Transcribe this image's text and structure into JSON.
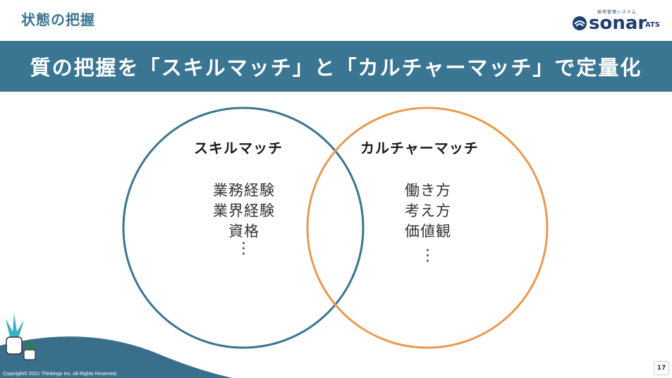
{
  "header": {
    "section_title": "状態の把握",
    "logo_sub": "採用管理システム",
    "logo_word": "sonar",
    "logo_ats": "ATS"
  },
  "banner": {
    "title": "質の把握を「スキルマッチ」と「カルチャーマッチ」で定量化"
  },
  "venn": {
    "left": {
      "label": "スキルマッチ",
      "items": [
        "業務経験",
        "業界経験",
        "資格"
      ],
      "more": "⋮",
      "color": "#3a7591"
    },
    "right": {
      "label": "カルチャーマッチ",
      "items": [
        "働き方",
        "考え方",
        "価値観"
      ],
      "more": "⋮",
      "color": "#e89a50"
    }
  },
  "footer": {
    "copyright": "Copyright© 2021 Thinkings Inc.  All Rights Reserved.",
    "page": "17"
  }
}
